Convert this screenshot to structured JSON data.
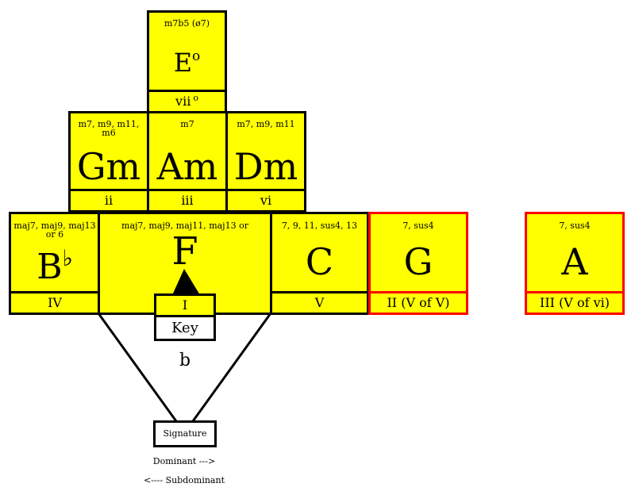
{
  "colors": {
    "fill": "#ffff00",
    "border": "#000000",
    "secondary_border": "#ff0000"
  },
  "chords": {
    "e": {
      "extensions": "m7b5 (ø7)",
      "name": "E",
      "superscript": "o",
      "numeral": "vii",
      "numeral_sup": "o"
    },
    "gm": {
      "extensions": "m7, m9, m11, m6",
      "name": "Gm",
      "numeral": "ii"
    },
    "am": {
      "extensions": "m7",
      "name": "Am",
      "numeral": "iii"
    },
    "dm": {
      "extensions": "m7, m9, m11",
      "name": "Dm",
      "numeral": "vi"
    },
    "bb": {
      "extensions": "maj7, maj9, maj13 or 6",
      "name": "B",
      "accidental": "♭",
      "numeral": "IV"
    },
    "f": {
      "extensions": "maj7, maj9, maj11, maj13 or",
      "name": "F",
      "numeral": "I"
    },
    "c": {
      "extensions": "7, 9, 11, sus4, 13",
      "name": "C",
      "numeral": "V"
    },
    "g": {
      "extensions": "7, sus4",
      "name": "G",
      "numeral": "II (V of V)"
    },
    "a": {
      "extensions": "7, sus4",
      "name": "A",
      "numeral": "III (V of vi)"
    }
  },
  "key": {
    "label": "Key",
    "signature_symbol": "b",
    "signature_label": "Signature",
    "dominant_label": "Dominant --->",
    "subdominant_label": "<---- Subdominant"
  }
}
